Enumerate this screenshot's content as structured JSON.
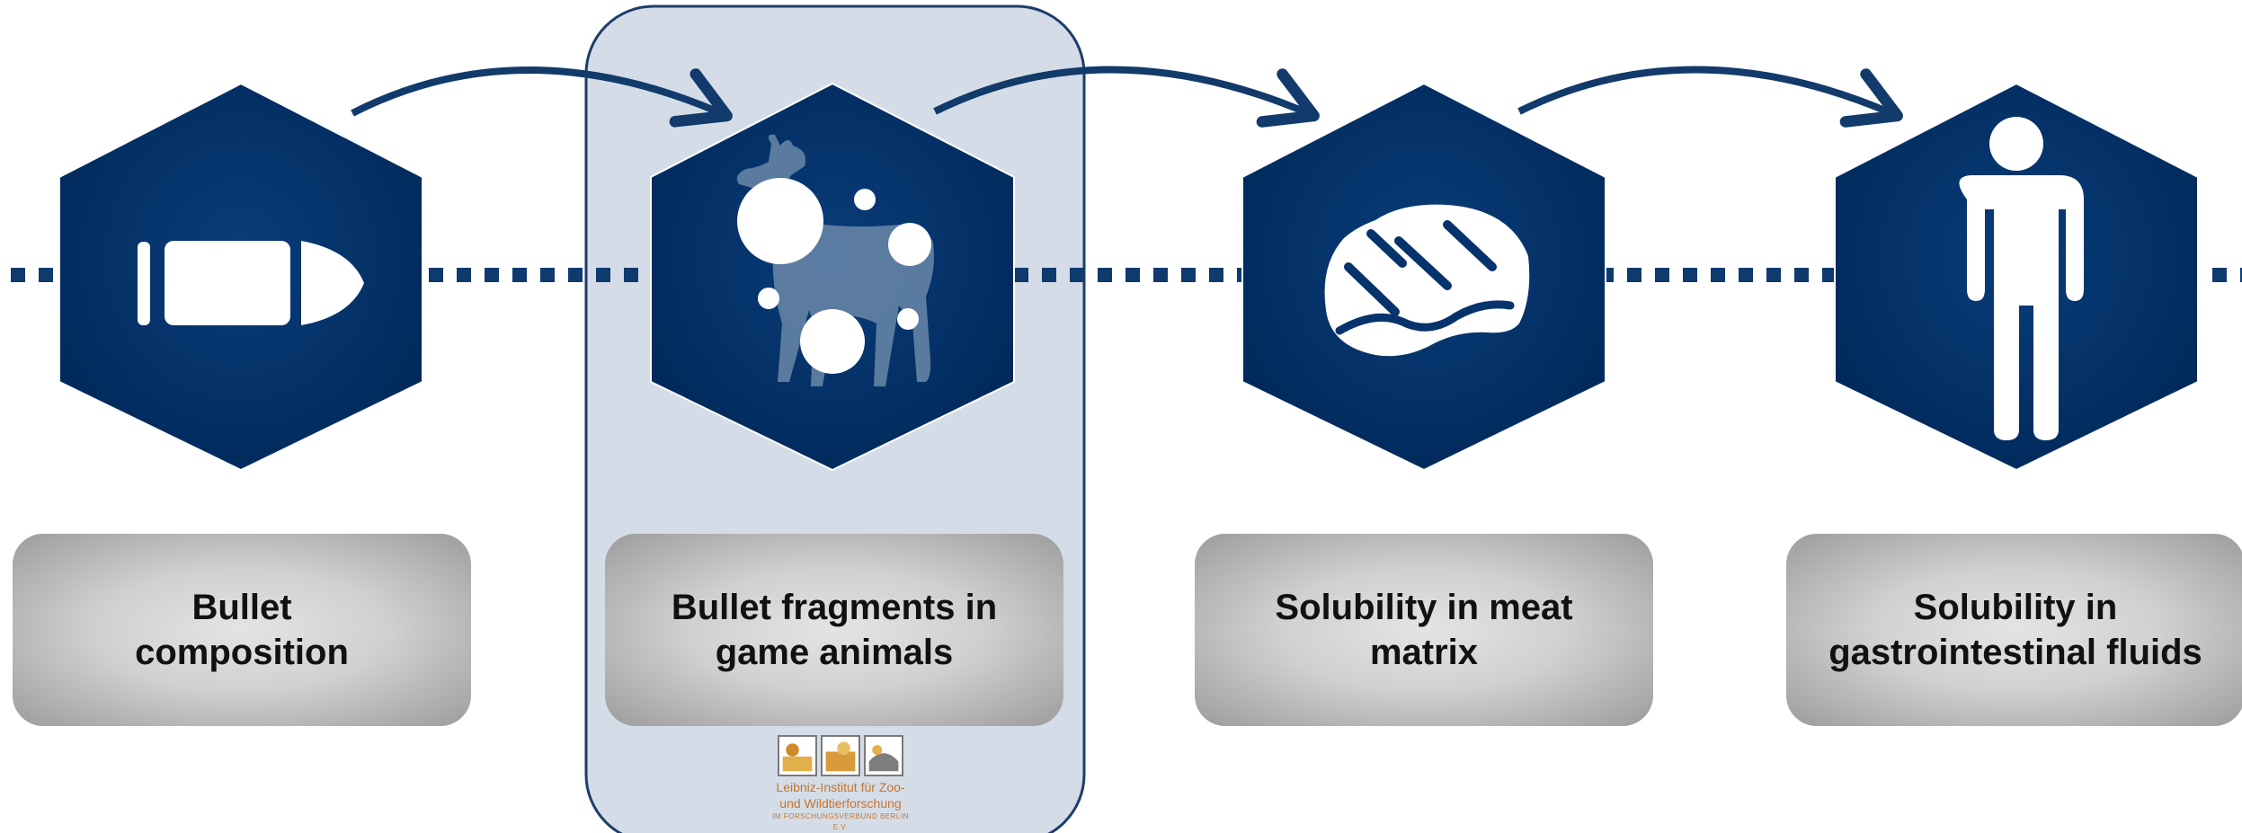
{
  "steps": [
    {
      "label": "Bullet\ncomposition",
      "icon": "bullet-icon"
    },
    {
      "label": "Bullet fragments in\ngame animals",
      "icon": "deer-fragments-icon"
    },
    {
      "label": "Solubility in meat\nmatrix",
      "icon": "meat-icon"
    },
    {
      "label": "Solubility in\ngastrointestinal fluids",
      "icon": "person-icon"
    }
  ],
  "logo": {
    "line1": "Leibniz-Institut für Zoo-",
    "line2": "und Wildtierforschung",
    "line3": "IM FORSCHUNGSVERBUND BERLIN E.V."
  },
  "colors": {
    "navy": "#003068",
    "highlight_fill": "#d4dde7",
    "highlight_border": "#1d3d6b",
    "logo_text": "#c8742c"
  }
}
